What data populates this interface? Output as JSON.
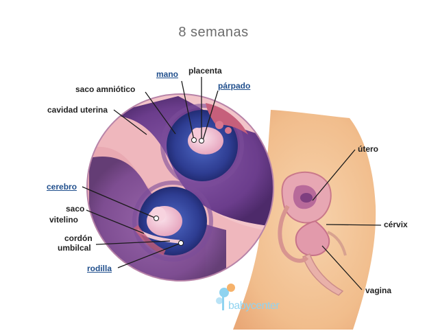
{
  "title": "8 semanas",
  "labels": {
    "mano": "mano",
    "placenta": "placenta",
    "saco_amniotico": "saco amniótico",
    "parpado": "párpado",
    "cavidad_uterina": "cavidad uterina",
    "cerebro": "cerebro",
    "saco_vitelino_1": "saco",
    "saco_vitelino_2": "vitelino",
    "cordon_1": "cordón",
    "cordon_2": "umbilcal",
    "rodilla": "rodilla",
    "utero": "útero",
    "cervix": "cérvix",
    "vagina": "vagina"
  },
  "logo": {
    "text": "babycenter",
    "colors": {
      "text": "#8fd3f0",
      "accent": "#f6b26b"
    }
  },
  "colors": {
    "link": "#1f4e8c",
    "label": "#222222",
    "skin": "#f3c79a",
    "womb": "#6a3f8e",
    "lining": "#d98aa0"
  }
}
